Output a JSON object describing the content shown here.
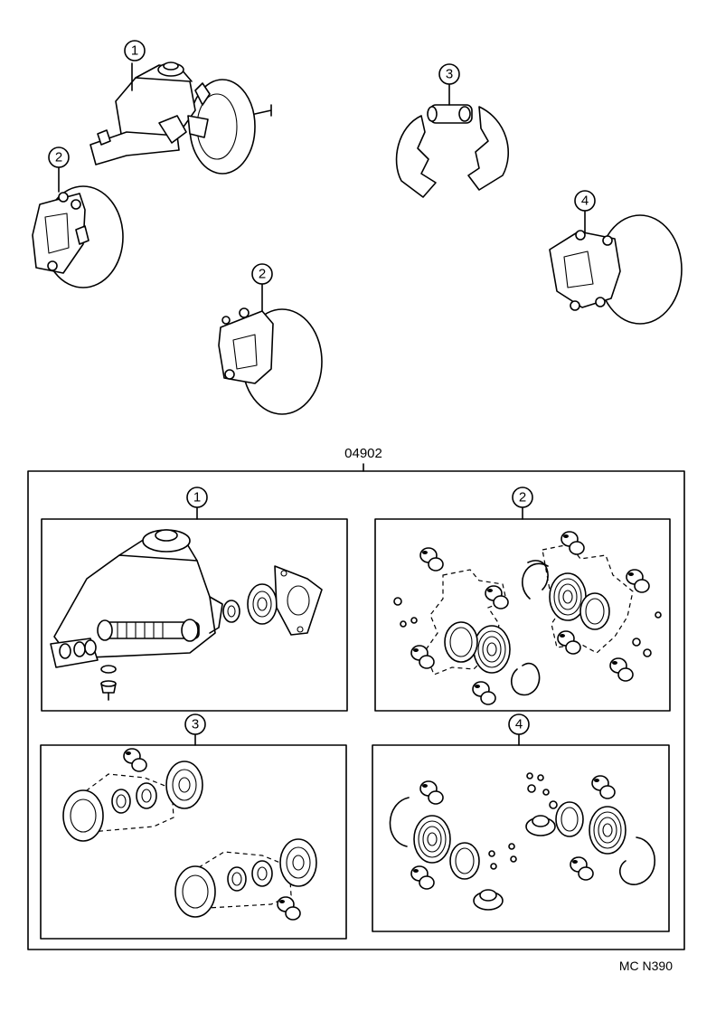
{
  "diagram": {
    "kit_part_number": "04902",
    "figure_code": "MC N390",
    "callouts": {
      "master_cylinder": "1",
      "front_caliper_left": "2",
      "front_caliper_right": "2",
      "rear_wheel_cylinder": "3",
      "rear_caliper": "4"
    },
    "kit_boxes": [
      {
        "label": "1"
      },
      {
        "label": "2"
      },
      {
        "label": "3"
      },
      {
        "label": "4"
      }
    ]
  }
}
